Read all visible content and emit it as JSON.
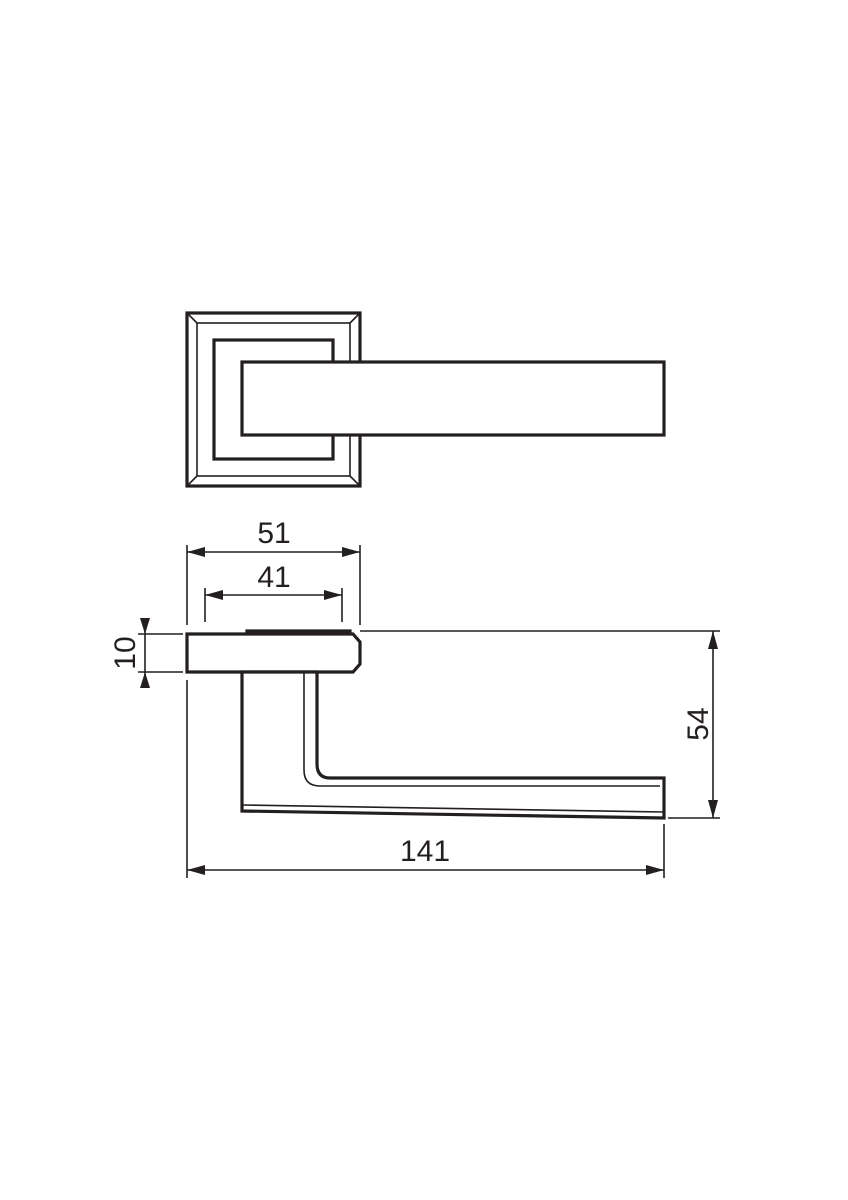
{
  "drawing": {
    "stroke_color": "#231f20",
    "background": "#ffffff",
    "dimensions": {
      "rose_width": "51",
      "rose_inner_width": "41",
      "rose_thickness": "10",
      "handle_height": "54",
      "handle_length": "141"
    }
  }
}
